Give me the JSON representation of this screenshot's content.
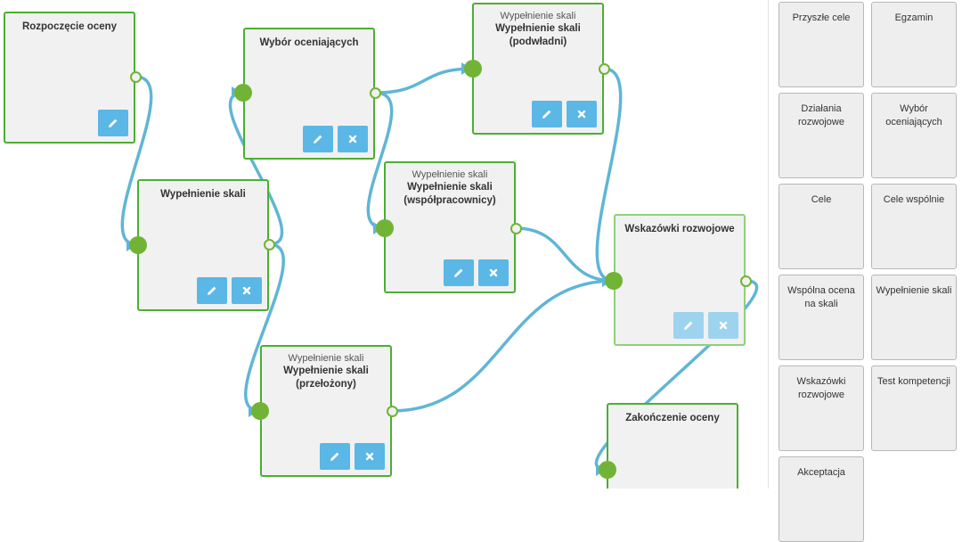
{
  "canvas": {
    "nodes": [
      {
        "id": "start",
        "subtitle": "",
        "title": "Rozpoczęcie oceny",
        "buttons": [
          "edit"
        ]
      },
      {
        "id": "fill-scale",
        "subtitle": "",
        "title": "Wypełnienie skali",
        "buttons": [
          "edit",
          "delete"
        ]
      },
      {
        "id": "choose-assessors",
        "subtitle": "",
        "title": "Wybór oceniających",
        "buttons": [
          "edit",
          "delete"
        ]
      },
      {
        "id": "fill-scale-superior",
        "subtitle": "Wypełnienie skali",
        "title": "Wypełnienie skali (przełożony)",
        "buttons": [
          "edit",
          "delete"
        ]
      },
      {
        "id": "fill-scale-subordinates",
        "subtitle": "Wypełnienie skali",
        "title": "Wypełnienie skali (podwładni)",
        "buttons": [
          "edit",
          "delete"
        ]
      },
      {
        "id": "fill-scale-coworkers",
        "subtitle": "Wypełnienie skali",
        "title": "Wypełnienie skali (współpracownicy)",
        "buttons": [
          "edit",
          "delete"
        ]
      },
      {
        "id": "dev-hints",
        "subtitle": "",
        "title": "Wskazówki rozwojowe",
        "buttons": [
          "edit",
          "delete"
        ],
        "state": "selected-light"
      },
      {
        "id": "end",
        "subtitle": "",
        "title": "Zakończenie oceny",
        "buttons": []
      }
    ],
    "connections": [
      {
        "from": "start",
        "to": "fill-scale"
      },
      {
        "from": "fill-scale",
        "to": "choose-assessors"
      },
      {
        "from": "fill-scale",
        "to": "fill-scale-superior"
      },
      {
        "from": "choose-assessors",
        "to": "fill-scale-subordinates"
      },
      {
        "from": "choose-assessors",
        "to": "fill-scale-coworkers"
      },
      {
        "from": "fill-scale-subordinates",
        "to": "dev-hints"
      },
      {
        "from": "fill-scale-coworkers",
        "to": "dev-hints"
      },
      {
        "from": "fill-scale-superior",
        "to": "dev-hints"
      },
      {
        "from": "dev-hints",
        "to": "end"
      }
    ]
  },
  "palette": {
    "items": [
      {
        "label": "Przyszłe cele"
      },
      {
        "label": "Egzamin"
      },
      {
        "label": "Działania rozwojowe"
      },
      {
        "label": "Wybór oceniających"
      },
      {
        "label": "Cele"
      },
      {
        "label": "Cele wspólnie"
      },
      {
        "label": "Wspólna ocena na skali"
      },
      {
        "label": "Wypełnienie skali"
      },
      {
        "label": "Wskazówki rozwojowe"
      },
      {
        "label": "Test kompetencji"
      },
      {
        "label": "Akceptacja"
      }
    ]
  },
  "icons": {
    "edit": "pencil-icon",
    "delete": "x-icon"
  },
  "colors": {
    "node_border": "#4caf32",
    "port": "#71b435",
    "wire": "#5fb6d6",
    "button": "#5bb7e5"
  }
}
